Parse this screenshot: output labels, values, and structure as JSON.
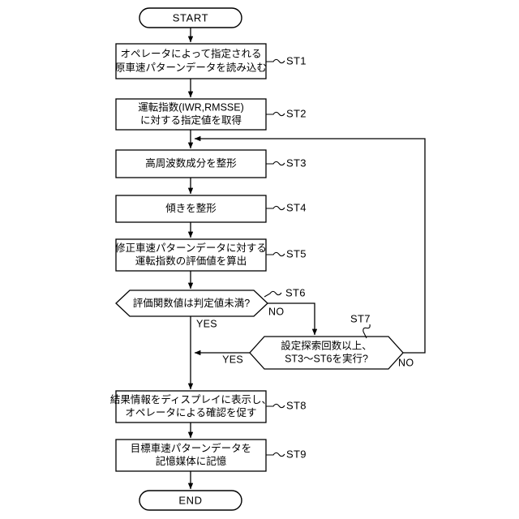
{
  "diagram": {
    "type": "flowchart",
    "title": "",
    "language": "ja",
    "background_color": "#ffffff",
    "line_color": "#000000",
    "shape_fill": "#ffffff"
  },
  "terminators": {
    "start": "START",
    "end": "END"
  },
  "nodes": [
    {
      "id": "ST1",
      "shape": "process",
      "label": "ST1",
      "lines": [
        "オペレータによって指定される",
        "原車速パターンデータを読み込む"
      ]
    },
    {
      "id": "ST2",
      "shape": "process",
      "label": "ST2",
      "lines": [
        "運転指数(IWR,RMSSE)",
        "に対する指定値を取得"
      ]
    },
    {
      "id": "ST3",
      "shape": "process",
      "label": "ST3",
      "lines": [
        "高周波数成分を整形"
      ]
    },
    {
      "id": "ST4",
      "shape": "process",
      "label": "ST4",
      "lines": [
        "傾きを整形"
      ]
    },
    {
      "id": "ST5",
      "shape": "process",
      "label": "ST5",
      "lines": [
        "修正車速パターンデータに対する",
        "運転指数の評価値を算出"
      ]
    },
    {
      "id": "ST6",
      "shape": "decision",
      "label": "ST6",
      "lines": [
        "評価関数値は判定値未満?"
      ]
    },
    {
      "id": "ST7",
      "shape": "decision",
      "label": "ST7",
      "lines": [
        "設定探索回数以上、",
        "ST3～ST6を実行?"
      ]
    },
    {
      "id": "ST8",
      "shape": "process",
      "label": "ST8",
      "lines": [
        "結果情報をディスプレイに表示し、",
        "オペレータによる確認を促す"
      ]
    },
    {
      "id": "ST9",
      "shape": "process",
      "label": "ST9",
      "lines": [
        "目標車速パターンデータを",
        "記憶媒体に記憶"
      ]
    }
  ],
  "branch_labels": {
    "st6_yes": "YES",
    "st6_no": "NO",
    "st7_yes": "YES",
    "st7_no": "NO"
  }
}
